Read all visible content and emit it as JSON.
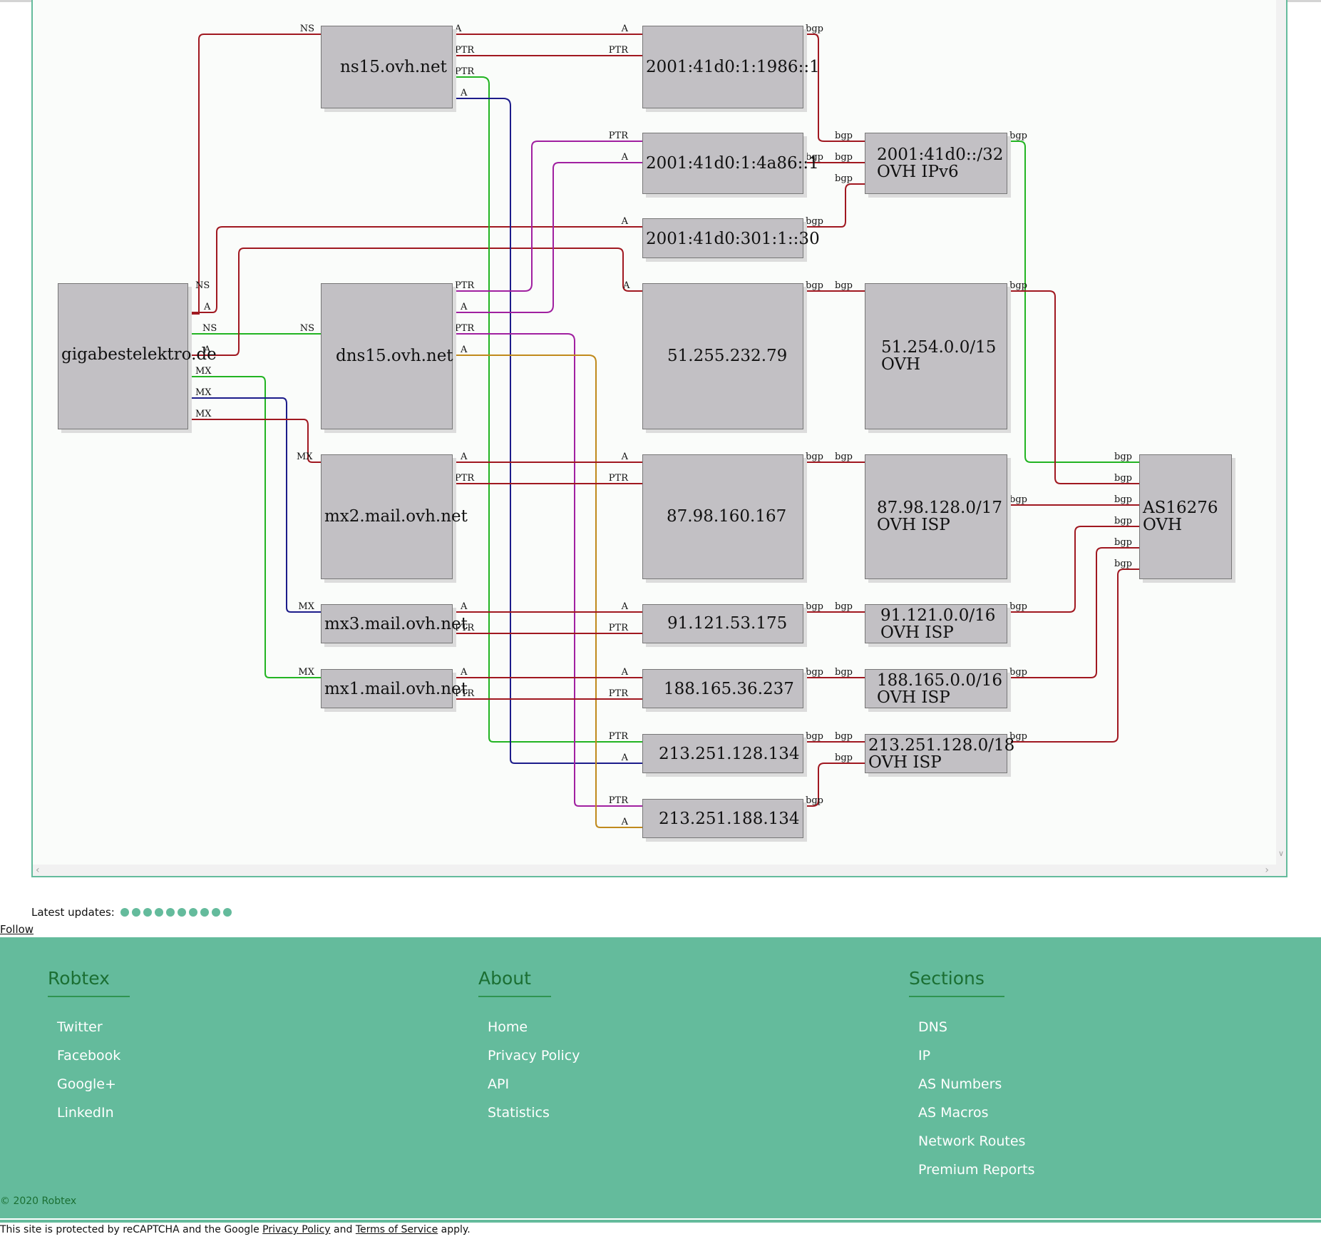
{
  "graph": {
    "nodes": {
      "gigabestelektro": "gigabestelektro.de",
      "ns15": "ns15.ovh.net",
      "dns15": "dns15.ovh.net",
      "mx2": "mx2.mail.ovh.net",
      "mx3": "mx3.mail.ovh.net",
      "mx1": "mx1.mail.ovh.net",
      "ip_1986": "2001:41d0:1:1986::1",
      "ip_4a86": "2001:41d0:1:4a86::1",
      "ip_301": "2001:41d0:301:1::30",
      "ip_51": "51.255.232.79",
      "ip_87": "87.98.160.167",
      "ip_91": "91.121.53.175",
      "ip_188": "188.165.36.237",
      "ip_213_128": "213.251.128.134",
      "ip_213_188": "213.251.188.134",
      "net_v6": [
        "2001:41d0::/32",
        "OVH IPv6"
      ],
      "net_51": [
        "51.254.0.0/15",
        "OVH"
      ],
      "net_87": [
        "87.98.128.0/17",
        "OVH ISP"
      ],
      "net_91": [
        "91.121.0.0/16",
        "OVH ISP"
      ],
      "net_188": [
        "188.165.0.0/16",
        "OVH ISP"
      ],
      "net_213": [
        "213.251.128.0/18",
        "OVH ISP"
      ],
      "as": [
        "AS16276",
        "OVH"
      ]
    },
    "edge_labels": {
      "ns": "NS",
      "a": "A",
      "ptr": "PTR",
      "mx": "MX",
      "bgp": "bgp"
    },
    "colors": {
      "red": "#a01820",
      "green": "#22b422",
      "navy": "#1c1c8a",
      "purple": "#a020a0",
      "orange": "#c08a1c"
    }
  },
  "updates": {
    "label": "Latest updates:",
    "dot_count": 10,
    "dot_color": "#64bb9c"
  },
  "follow": "Follow",
  "footer": {
    "robtex": {
      "title": "Robtex",
      "items": [
        "Twitter",
        "Facebook",
        "Google+",
        "LinkedIn"
      ]
    },
    "about": {
      "title": "About",
      "items": [
        "Home",
        "Privacy Policy",
        "API",
        "Statistics"
      ]
    },
    "sections": {
      "title": "Sections",
      "items": [
        "DNS",
        "IP",
        "AS Numbers",
        "AS Macros",
        "Network Routes",
        "Premium Reports"
      ]
    },
    "copyright": "© 2020 Robtex",
    "bg_color": "#64bb9c"
  },
  "recaptcha": {
    "prefix": "This site is protected by reCAPTCHA and the Google",
    "privacy": "Privacy Policy",
    "and": "and",
    "terms": "Terms of Service",
    "suffix": "apply."
  }
}
